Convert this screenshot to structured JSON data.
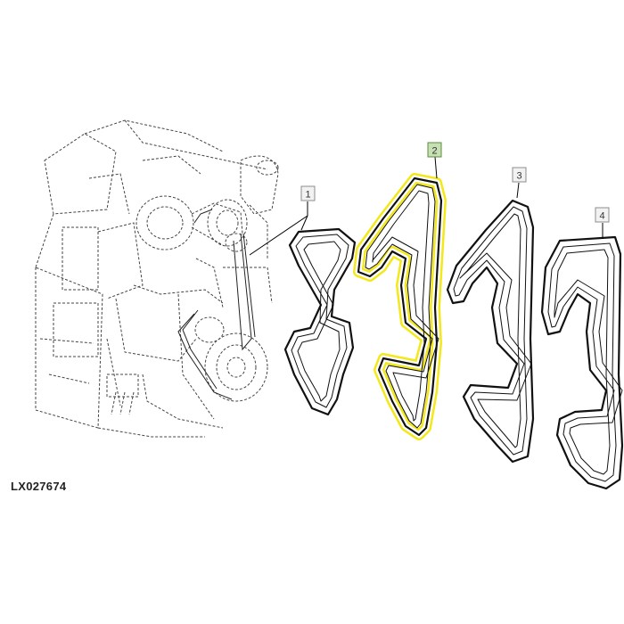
{
  "reference_code": "LX027674",
  "callouts": [
    {
      "label": "1",
      "selected": false
    },
    {
      "label": "2",
      "selected": true
    },
    {
      "label": "3",
      "selected": false
    },
    {
      "label": "4",
      "selected": false
    }
  ],
  "colors": {
    "highlight": "#f2e600",
    "selected_callout_fill": "#c6e0b4",
    "callout_fill": "#f2f2f2"
  }
}
